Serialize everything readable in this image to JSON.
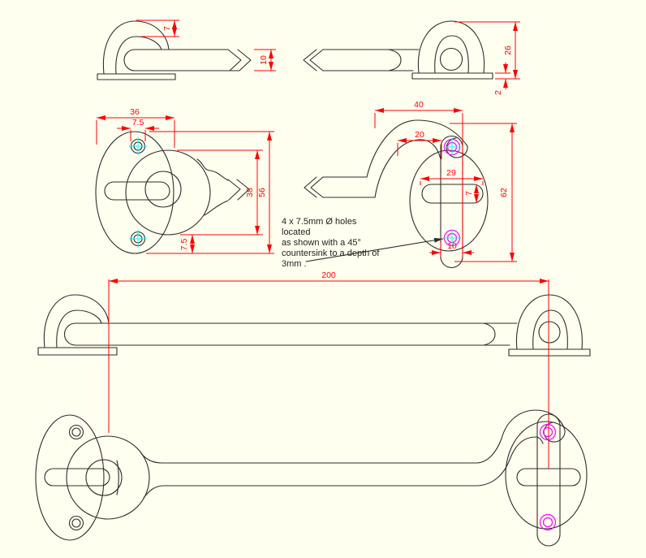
{
  "colors": {
    "background": "#FFFFEF",
    "line": "#2E2E2E",
    "dimension": "#FF0000",
    "countersink": "#FF00FF",
    "center_mark": "#00FFFF"
  },
  "note": {
    "line1": "4 x 7.5mm Ø holes",
    "line2": "located",
    "line3": "as shown with a 45°",
    "line4": "countersink to a depth of",
    "line5": "3mm ."
  },
  "dimensions": {
    "eye_side": {
      "loop_offset": "7",
      "bar_thickness": "10"
    },
    "hook_side": {
      "overall_height": "26",
      "plate_thickness": "2"
    },
    "eye_front": {
      "plate_width": "36",
      "hole_diameter": "7.5",
      "eye_outer": "38",
      "plate_height": "56",
      "bottom_offset": "7.5"
    },
    "hook_front": {
      "hook_width": "40",
      "hook_inner_width": "20",
      "staple_width": "29",
      "staple_bar_height": "7",
      "overall_height": "62",
      "bar_width": "10"
    },
    "assembly": {
      "overall_length": "200"
    }
  }
}
